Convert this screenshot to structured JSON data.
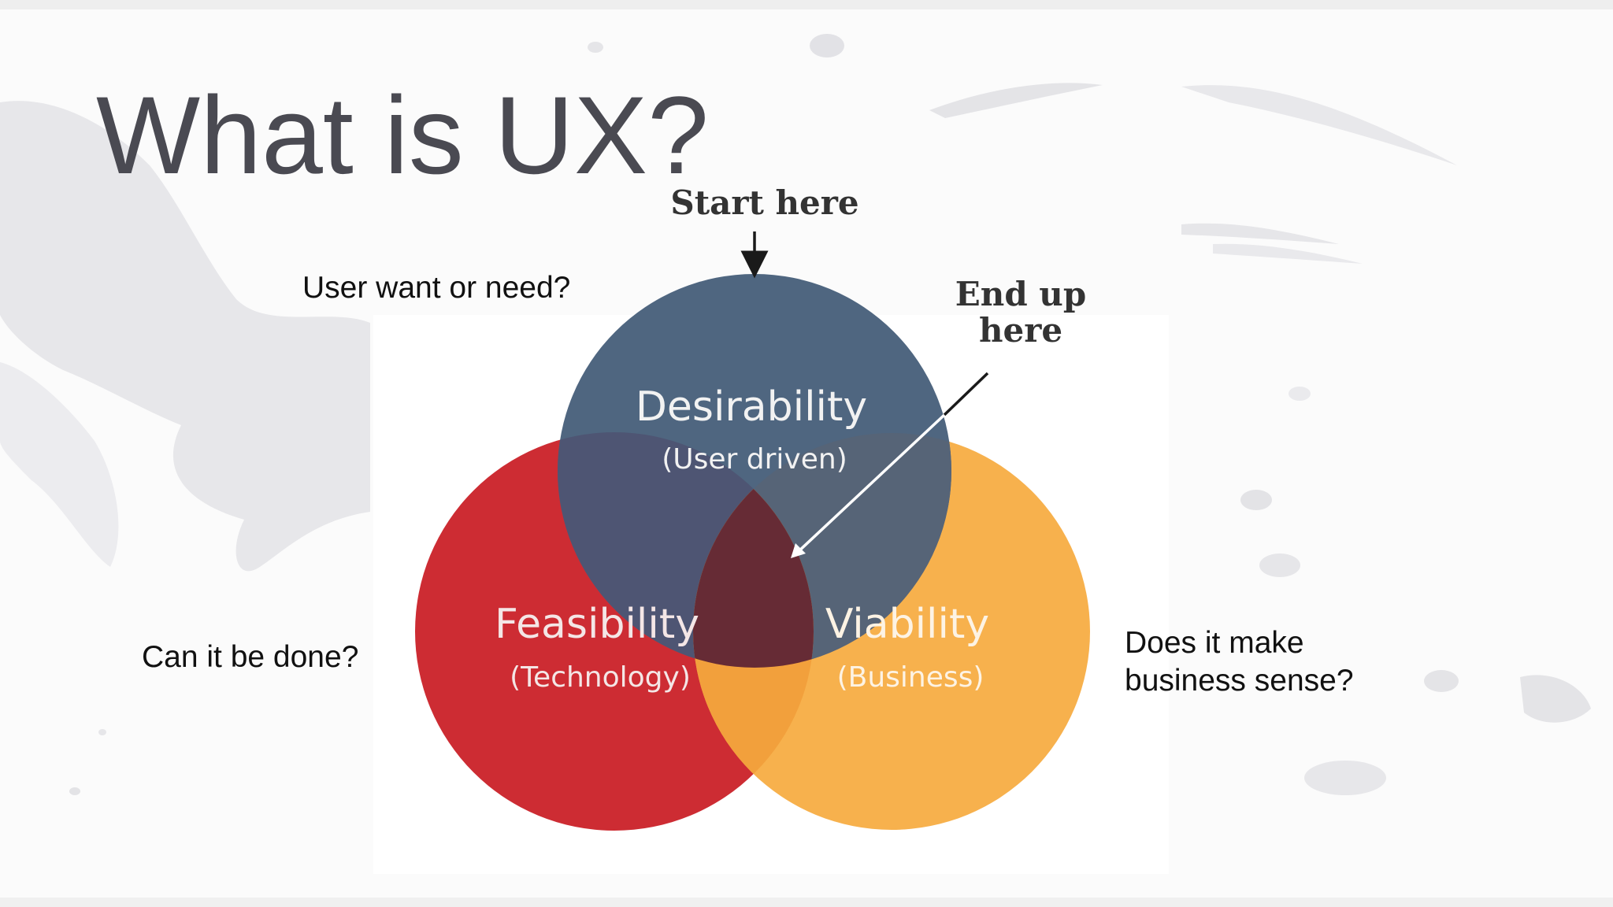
{
  "slide": {
    "title": "What is UX?"
  },
  "diagram": {
    "start_label": "Start here",
    "end_label_line1": "End up",
    "end_label_line2": "here",
    "circles": [
      {
        "id": "desirability",
        "name": "Desirability",
        "subtitle": "(User driven)",
        "color": "#4f6680"
      },
      {
        "id": "feasibility",
        "name": "Feasibility",
        "subtitle": "(Technology)",
        "color": "#cd2c33"
      },
      {
        "id": "viability",
        "name": "Viability",
        "subtitle": "(Business)",
        "color": "#f7b14d"
      }
    ],
    "overlap_colors": {
      "desirability_feasibility": "#4e5573",
      "desirability_viability": "#566477",
      "feasibility_viability": "#f2a03c",
      "center": "#662b35"
    }
  },
  "notes": {
    "desirability_question": "User want or need?",
    "feasibility_question": "Can it be done?",
    "viability_question_line1": "Does it make",
    "viability_question_line2": "business sense?"
  }
}
